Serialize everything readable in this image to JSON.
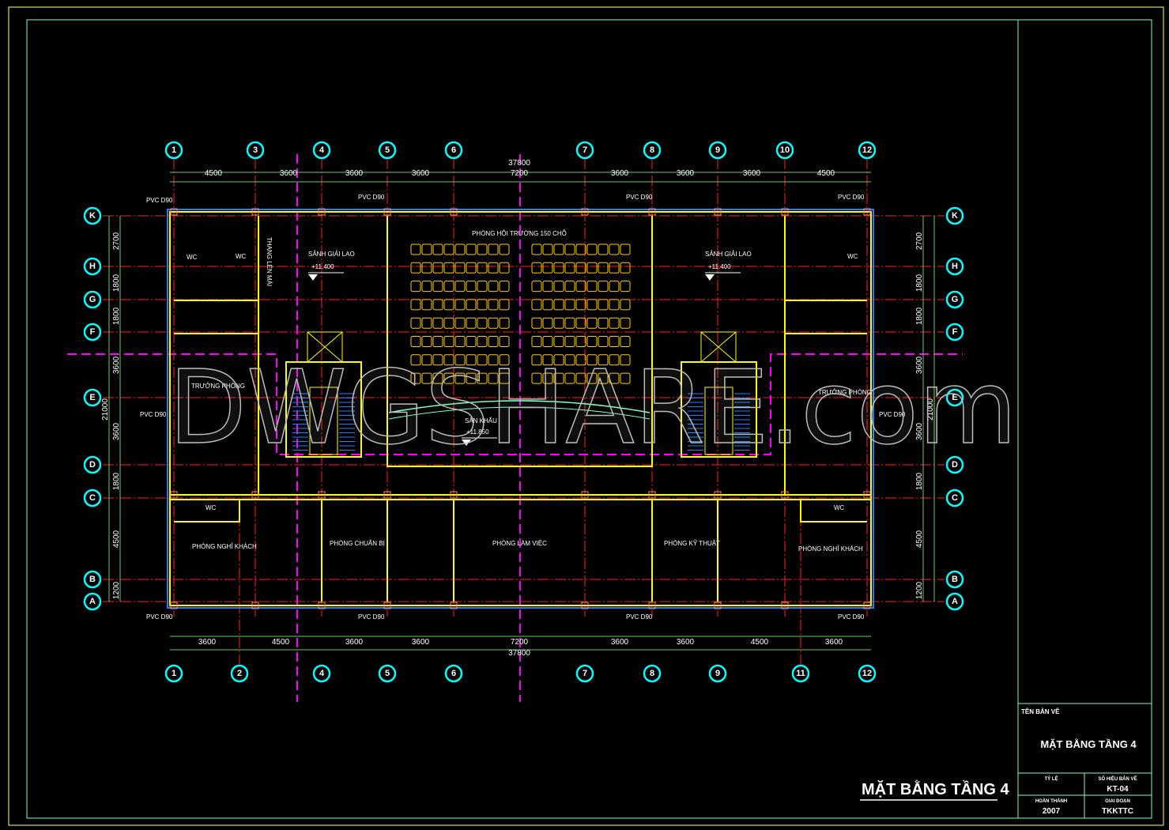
{
  "drawing": {
    "title": "MẶT BẰNG TẦNG 4",
    "watermark": "DWGSHARE.com",
    "colors": {
      "wall": "#ffff00",
      "axis": "#ff2020",
      "cut": "#ff00ff",
      "bubble": "#00ffff",
      "dim": "#66cc66",
      "glass": "#2080ff",
      "seat": "#ffcc00",
      "frame": "#80ffc0"
    }
  },
  "grid": {
    "top_columns": [
      "1",
      "3",
      "4",
      "5",
      "6",
      "7",
      "8",
      "9",
      "10",
      "12"
    ],
    "bottom_columns": [
      "1",
      "2",
      "4",
      "5",
      "6",
      "7",
      "8",
      "9",
      "11",
      "12"
    ],
    "rows": [
      "K",
      "H",
      "G",
      "F",
      "E",
      "D",
      "C",
      "B",
      "A"
    ]
  },
  "dimensions": {
    "top_total": "37800",
    "top": [
      "4500",
      "3600",
      "3600",
      "3600",
      "7200",
      "3600",
      "3600",
      "3600",
      "4500"
    ],
    "bottom_total": "37800",
    "bottom": [
      "3600",
      "4500",
      "3600",
      "3600",
      "7200",
      "3600",
      "3600",
      "4500",
      "3600"
    ],
    "side_total": "21000",
    "side": [
      "2700",
      "1800",
      "1800",
      "3600",
      "3600",
      "1800",
      "4500",
      "1200"
    ]
  },
  "rooms": {
    "hall": "PHÒNG HỘI TRƯỜNG 150 CHỖ",
    "lobby_left": "SẢNH GIẢI LAO",
    "lobby_left_level": "+11.400",
    "lobby_right": "SẢNH GIẢI LAO",
    "lobby_right_level": "+11.400",
    "stage": "SÂN KHẤU",
    "stage_level": "+11.850",
    "wc_a": "WC",
    "wc_b": "WC",
    "wc_c": "WC",
    "wc_d": "WC",
    "wc_e": "WC",
    "stair_up": "THANG LÊN MÁI",
    "head_left": "TRƯỞNG PHÒNG",
    "head_right": "TRƯỞNG PHÒNG",
    "guest_left": "PHÒNG NGHỈ KHÁCH",
    "prep": "PHÒNG CHUẨN BỊ",
    "work": "PHÒNG LÀM VIỆC",
    "tech": "PHÒNG KỸ THUẬT",
    "guest_right": "PHÒNG NGHỈ KHÁCH",
    "pvc": "PVC D90"
  },
  "title_block": {
    "name_label": "TÊN BẢN VẼ",
    "name": "MẶT BẰNG TẦNG 4",
    "scale_label": "TỶ LỆ",
    "scale": "",
    "sheet_label": "SỐ HIỆU BẢN VẼ",
    "sheet": "KT-04",
    "done_label": "HOÀN THÀNH",
    "done": "2007",
    "phase_label": "GIAI ĐOẠN",
    "phase": "TKKTTC"
  }
}
